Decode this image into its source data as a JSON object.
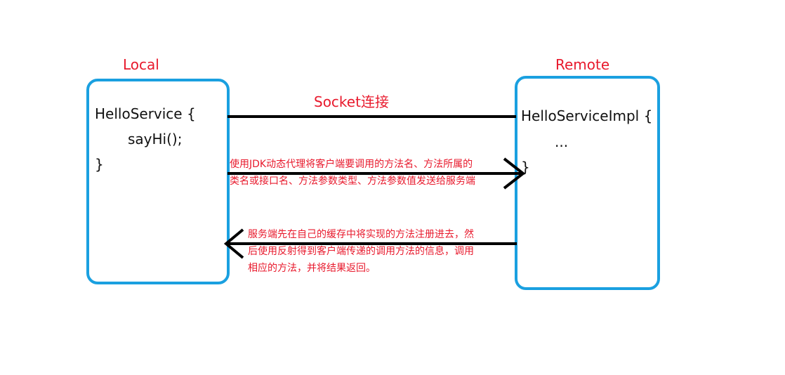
{
  "local": {
    "label": "Local",
    "code_line1": "HelloService {",
    "code_line2": "sayHi();",
    "code_line3": "}"
  },
  "remote": {
    "label": "Remote",
    "code_line1": "HelloServiceImpl {",
    "code_line2": "...",
    "code_line3": "}"
  },
  "connection": {
    "label": "Socket连接"
  },
  "request": {
    "line1": "使用JDK动态代理将客户端要调用的方法名、方法所属的",
    "line2": "类名或接口名、方法参数类型、方法参数值发送给服务端"
  },
  "response": {
    "line1": "服务端先在自己的缓存中将实现的方法注册进去，然",
    "line2": "后使用反射得到客户端传递的调用方法的信息，调用",
    "line3": "相应的方法，并将结果返回。"
  },
  "colors": {
    "label_red": "#e8192c",
    "box_blue": "#1aa0e0",
    "arrow_black": "#000000"
  }
}
